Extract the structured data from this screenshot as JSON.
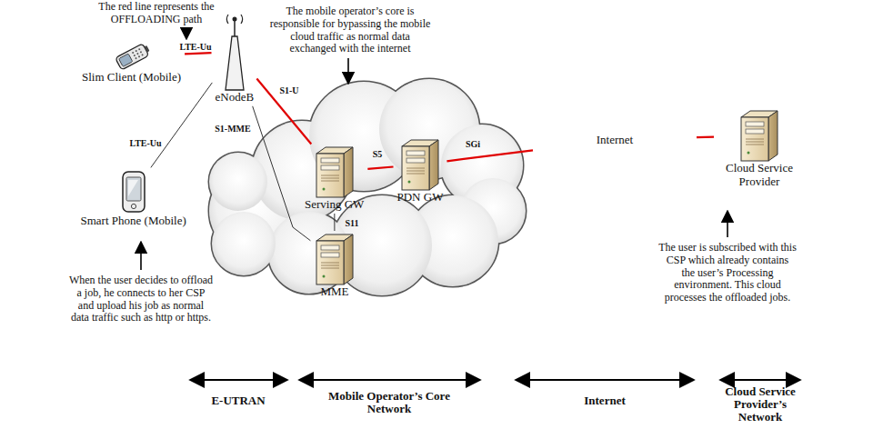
{
  "diagram": {
    "nodes": [
      {
        "text": [
          "Slim Client (Mobile)"
        ]
      },
      {
        "text": [
          "eNodeB"
        ]
      },
      {
        "text": [
          "Smart Phone (Mobile)"
        ]
      },
      {
        "text": [
          "Serving GW"
        ]
      },
      {
        "text": [
          "PDN GW"
        ]
      },
      {
        "text": [
          "MME"
        ]
      },
      {
        "text": [
          "Internet"
        ]
      },
      {
        "text": [
          "Cloud Service Provider"
        ]
      }
    ],
    "edges": [
      {
        "from": 0,
        "to": 1,
        "label": "LTE-Uu",
        "arrow": "none"
      },
      {
        "from": 2,
        "to": 1,
        "label": "LTE-Uu",
        "arrow": "none"
      },
      {
        "from": 1,
        "to": 3,
        "label": "S1-U",
        "arrow": "none"
      },
      {
        "from": 1,
        "to": 5,
        "label": "S1-MME",
        "arrow": "none"
      },
      {
        "from": 3,
        "to": 4,
        "label": "S5",
        "arrow": "none"
      },
      {
        "from": 3,
        "to": 5,
        "label": "S11",
        "arrow": "none"
      },
      {
        "from": 4,
        "to": 6,
        "label": "SGi",
        "arrow": "none"
      },
      {
        "from": 6,
        "to": 7,
        "arrow": "none"
      }
    ],
    "labels": [
      "The red line represents the OFFLOADING path",
      "The mobile operator’s core is responsible for bypassing the mobile cloud traffic as normal data exchanged with the internet",
      "When the user decides to offload a job, he connects to her CSP and upload his job as normal data traffic such as http or https.",
      "The user is subscribed with this CSP which already contains the user’s Processing environment. This cloud processes the offloaded jobs.",
      "E-UTRAN",
      "Mobile Operator’s Core Network",
      "Internet",
      "Cloud Service Provider’s Network"
    ]
  }
}
